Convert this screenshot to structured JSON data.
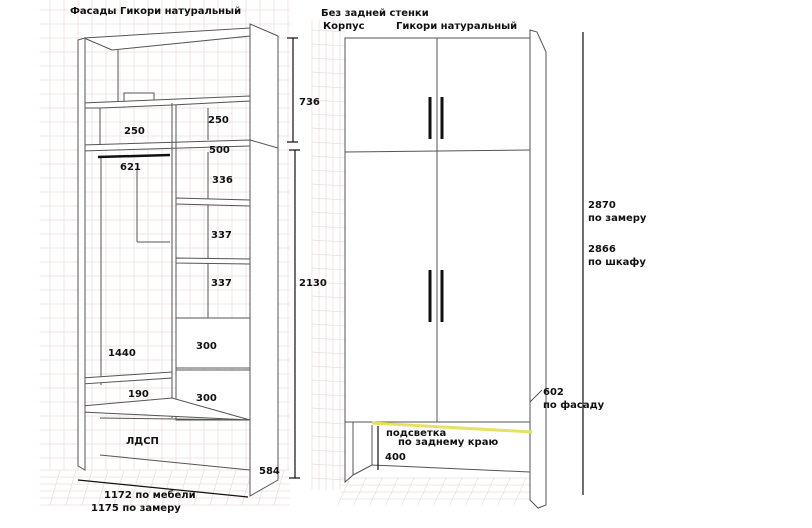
{
  "left_view": {
    "title": "Фасады  Гикори натуральный",
    "dims": {
      "top_height": "736",
      "shelf_left": "250",
      "shelf_right": "250",
      "depth_500": "500",
      "rod_621": "621",
      "shelf_336": "336",
      "shelf_337a": "337",
      "shelf_337b": "337",
      "main_height": "2130",
      "hanging_1440": "1440",
      "drawer_300a": "300",
      "drawer_300b": "300",
      "shelf_190": "190",
      "plinth_584": "584",
      "plinth_material": "ЛДСП",
      "width_furniture": "1172 по мебели",
      "width_measured": "1175 по замеру"
    }
  },
  "right_view": {
    "note_back": "Без задней стенки",
    "body_label": "Корпус",
    "facade_label": "Гикори  натуральный",
    "height_measured_value": "2870",
    "height_measured_label": "по замеру",
    "height_cabinet_value": "2866",
    "height_cabinet_label": "по шкафу",
    "facade_depth_value": "602",
    "facade_depth_label": "по фасаду",
    "lighting_line1": "подсветка",
    "lighting_line2": "по заднему краю",
    "niche_height": "400",
    "lighting_color": "#e8e060"
  }
}
